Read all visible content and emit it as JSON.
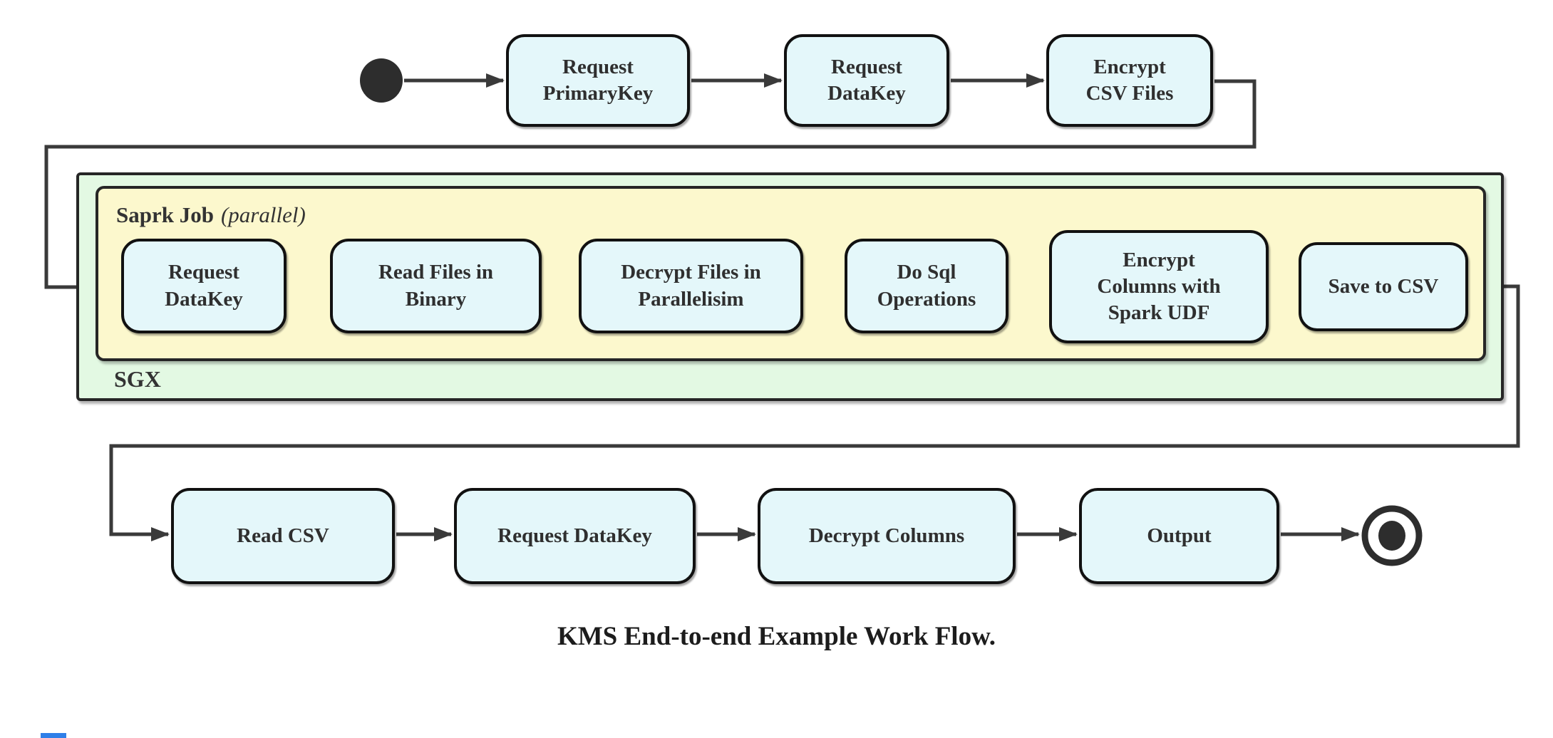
{
  "diagram": {
    "caption": "KMS End-to-end Example Work Flow.",
    "colors": {
      "node_fill": "#e4f7fa",
      "node_border": "#111111",
      "sgx_container_fill": "#e3f9e3",
      "spark_container_fill": "#fcf8cd",
      "wire": "#3a3a3a",
      "text": "#2f2f2f"
    },
    "top_row": {
      "nodes": [
        {
          "label": "Request\nPrimaryKey"
        },
        {
          "label": "Request\nDataKey"
        },
        {
          "label": "Encrypt\nCSV Files"
        }
      ]
    },
    "sgx_container": {
      "label": "SGX",
      "spark_container": {
        "label_bold": "Saprk Job",
        "label_italic": "(parallel)",
        "nodes": [
          {
            "label": "Request\nDataKey"
          },
          {
            "label": "Read Files in\nBinary"
          },
          {
            "label": "Decrypt Files in\nParallelisim"
          },
          {
            "label": "Do Sql\nOperations"
          },
          {
            "label": "Encrypt\nColumns with\nSpark UDF"
          },
          {
            "label": "Save to CSV"
          }
        ]
      }
    },
    "bottom_row": {
      "nodes": [
        {
          "label": "Read CSV"
        },
        {
          "label": "Request DataKey"
        },
        {
          "label": "Decrypt Columns"
        },
        {
          "label": "Output"
        }
      ]
    }
  }
}
